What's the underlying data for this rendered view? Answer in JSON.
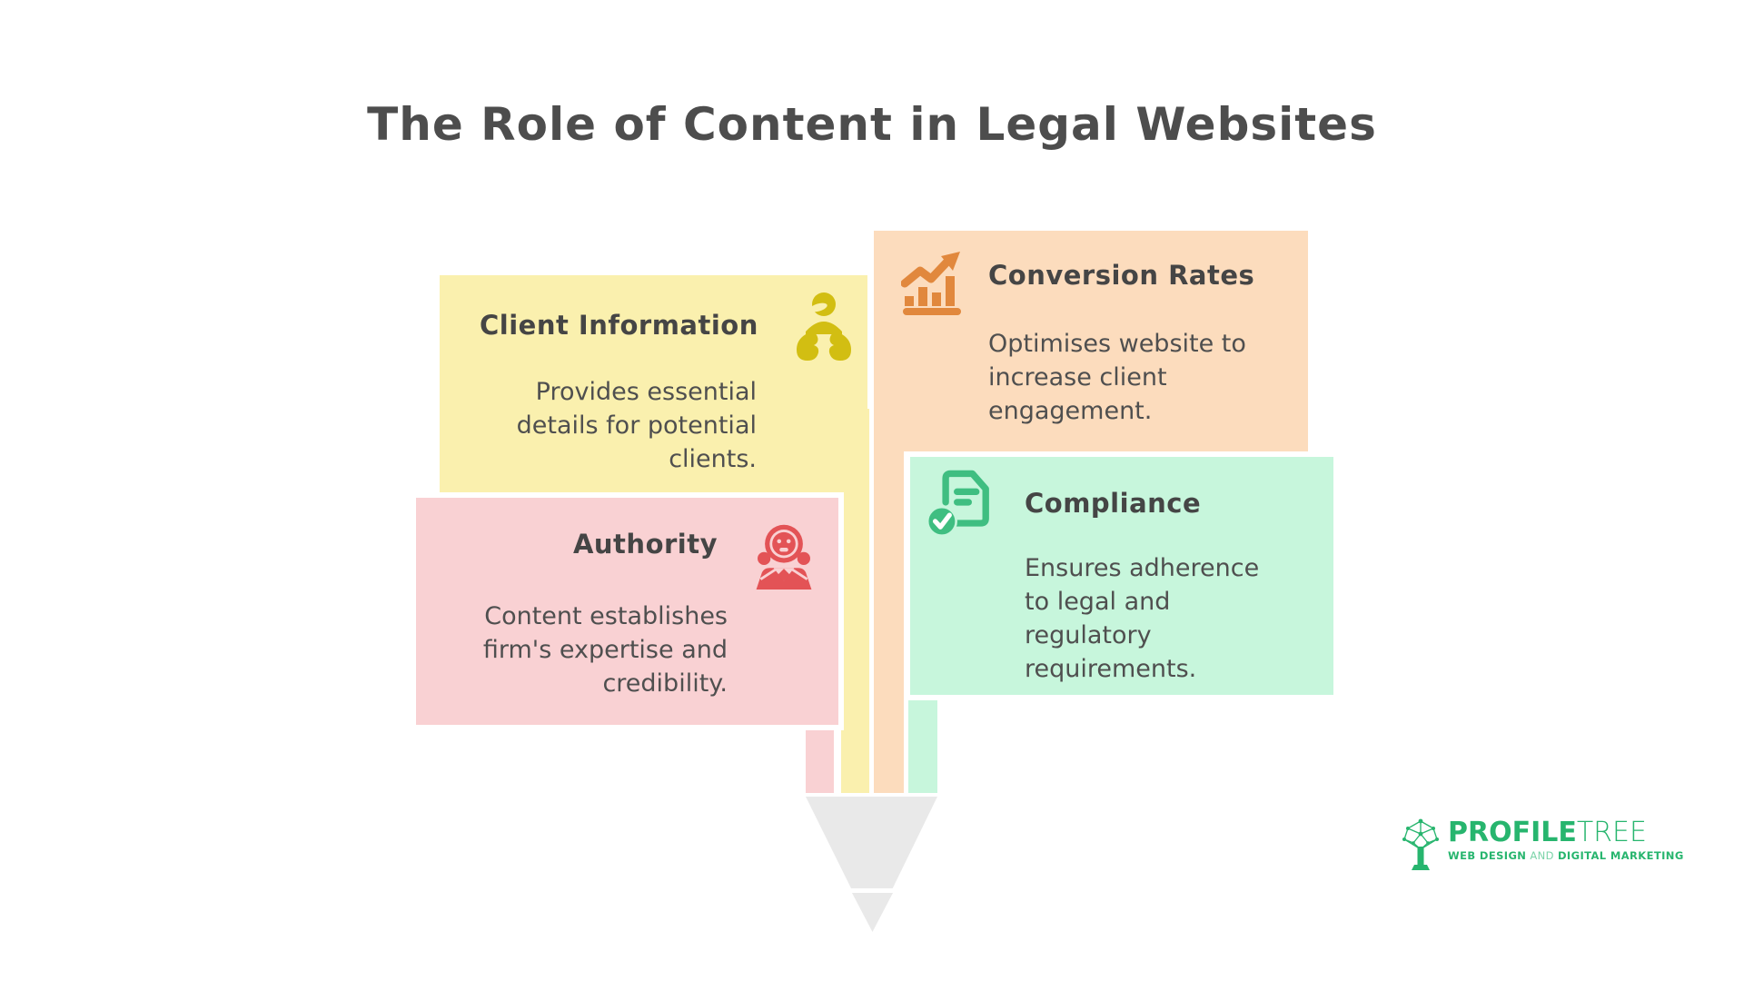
{
  "title": "The Role of Content in Legal Websites",
  "cards": {
    "client": {
      "heading": "Client Information",
      "body": "Provides essential\ndetails for potential\nclients.",
      "icon": "client-care-icon",
      "color": "#faf0ae"
    },
    "conversion": {
      "heading": "Conversion Rates",
      "body": "Optimises website to\nincrease client\nengagement.",
      "icon": "growth-bar-chart-icon",
      "color": "#fcdcbd"
    },
    "authority": {
      "heading": "Authority",
      "body": "Content establishes\nfirm's expertise and\ncredibility.",
      "icon": "judge-icon",
      "color": "#f9d1d3"
    },
    "compliance": {
      "heading": "Compliance",
      "body": "Ensures adherence\nto legal and\nregulatory\nrequirements.",
      "icon": "document-check-icon",
      "color": "#c7f6dc"
    }
  },
  "pencil": {
    "shape": "downward pencil made of four colored stripes with gray tip",
    "gray": "#e9e9e9"
  },
  "logo": {
    "brand_bold": "PROFILE",
    "brand_light": "TREE",
    "tagline_web": "WEB DESIGN",
    "tagline_and": " AND ",
    "tagline_marketing": "DIGITAL MARKETING",
    "green": "#27b56e"
  },
  "colors": {
    "title_text": "#4d4d4d",
    "body_text": "#4f4f4f",
    "yellow_icon": "#d2be12",
    "orange_icon": "#e1883d",
    "red_icon": "#e35356",
    "green_icon": "#3fbe81",
    "background": "#ffffff"
  }
}
